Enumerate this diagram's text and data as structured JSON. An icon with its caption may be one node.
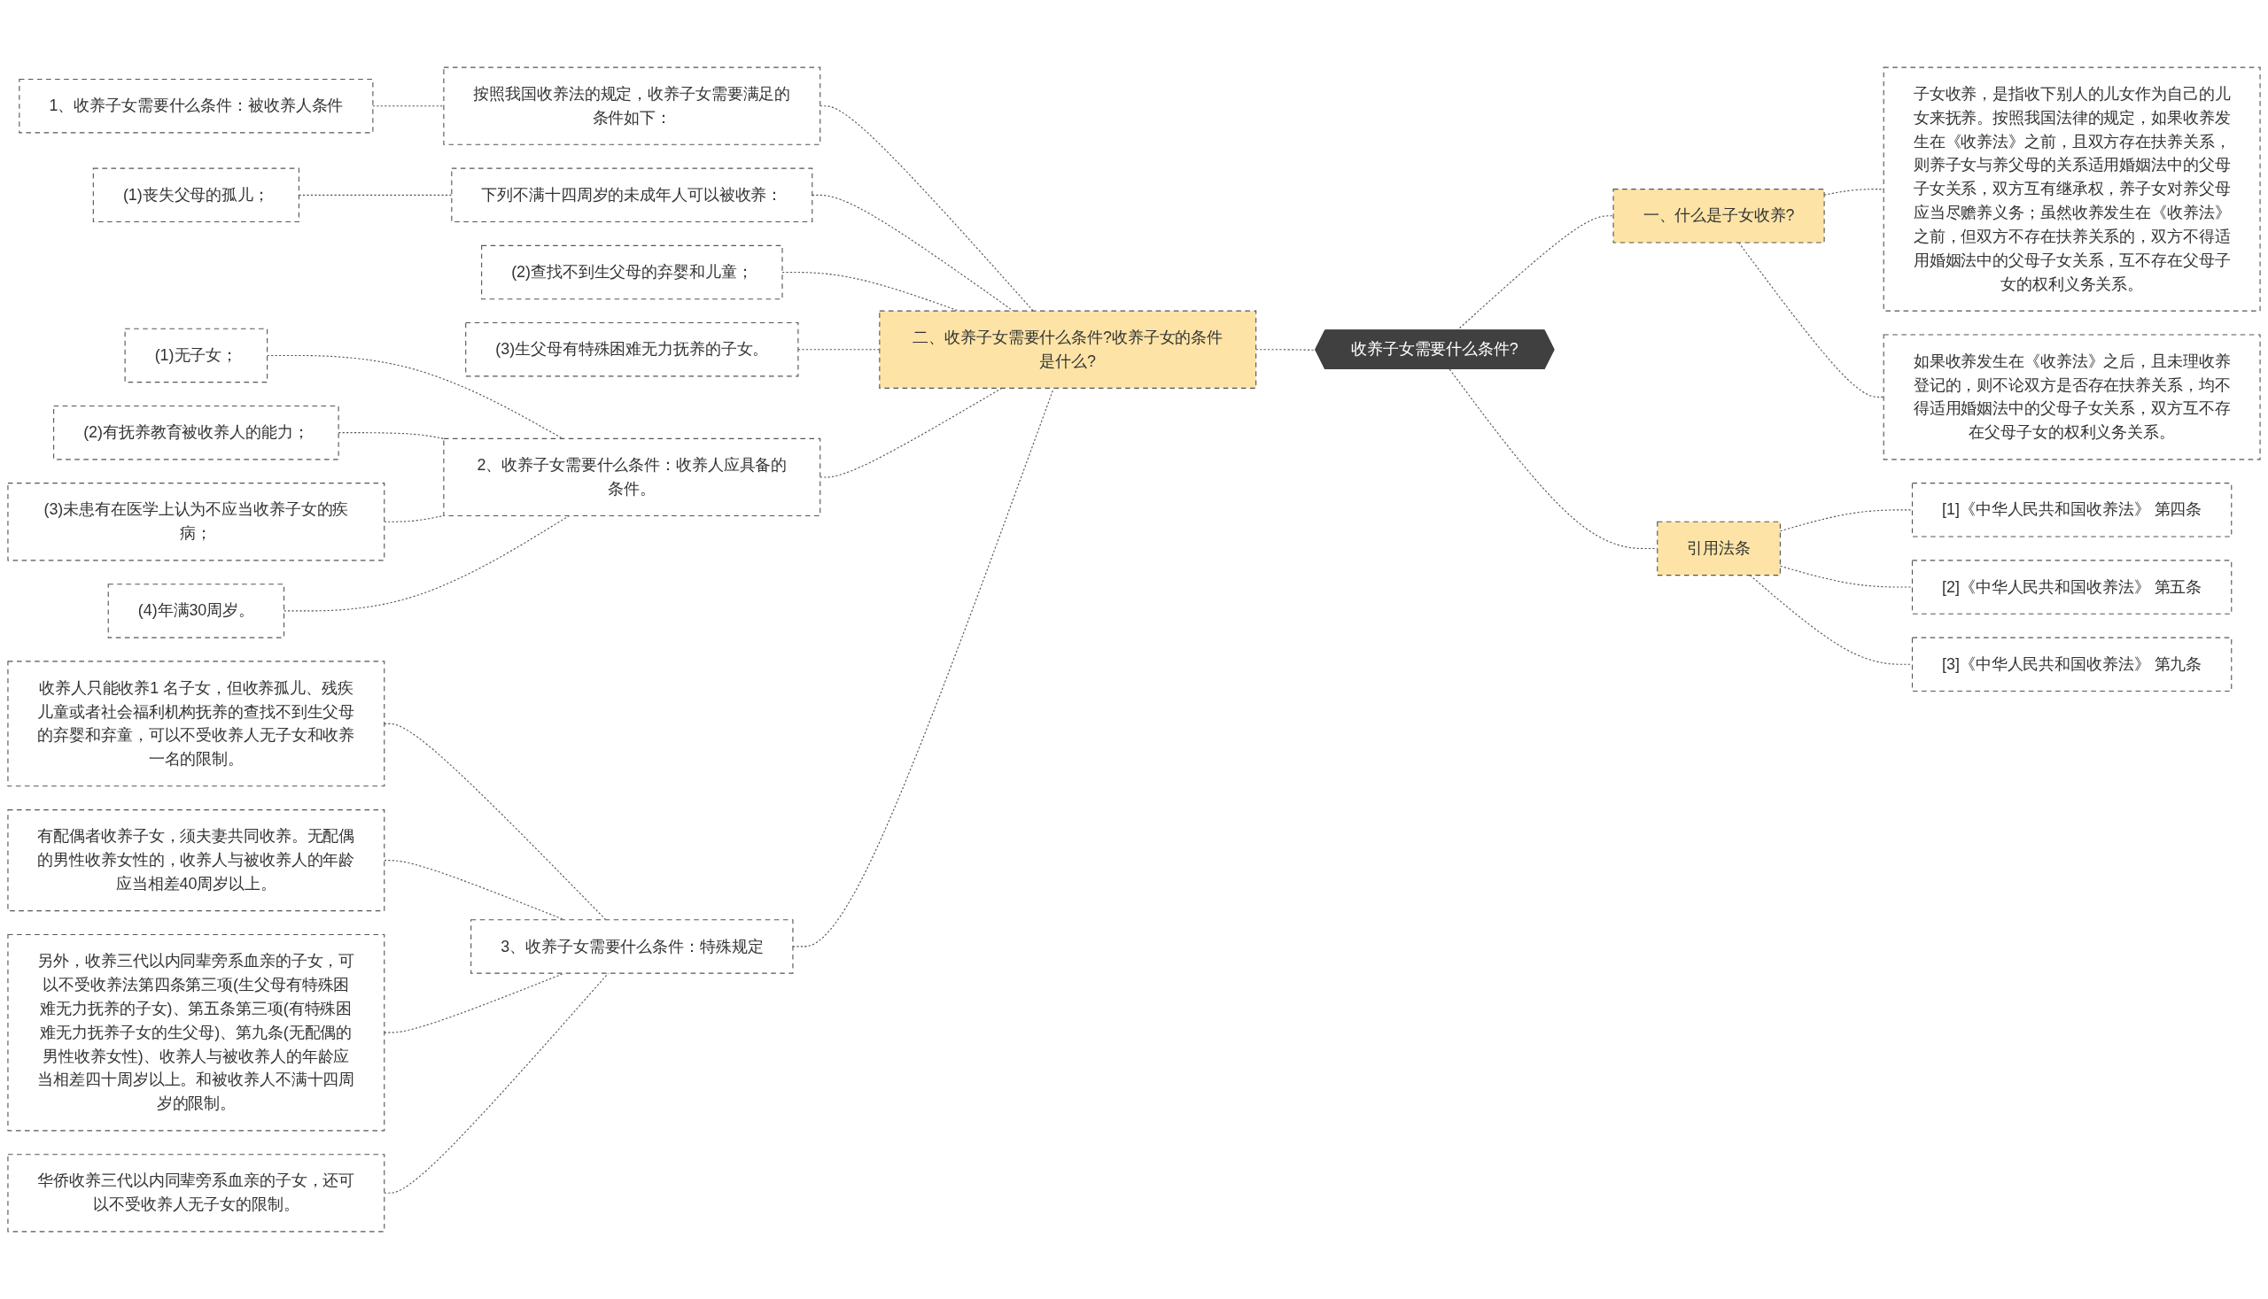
{
  "diagram": {
    "nodes": [
      {
        "text": [
          "收养子女需要什么条件?"
        ]
      },
      {
        "text": [
          "一、什么是子女收养?"
        ]
      },
      {
        "text": [
          "子女收养，是指收下别人的儿女作为自己的儿女来抚养。按照我国法律的规定，如果收养发生在《收养法》之前，且双方存在扶养关系，则养子女与养父母的关系适用婚姻法中的父母子女关系，双方互有继承权，养子女对养父母应当尽赡养义务；虽然收养发生在《收养法》之前，但双方不存在扶养关系的，双方不得适用婚姻法中的父母子女关系，互不存在父母子女的权利义务关系。"
        ]
      },
      {
        "text": [
          "如果收养发生在《收养法》之后，且未理收养登记的，则不论双方是否存在扶养关系，均不得适用婚姻法中的父母子女关系，双方互不存在父母子女的权利义务关系。"
        ]
      },
      {
        "text": [
          "二、收养子女需要什么条件?收养子女的条件是什么?"
        ]
      },
      {
        "text": [
          "按照我国收养法的规定，收养子女需要满足的条件如下："
        ]
      },
      {
        "text": [
          "1、收养子女需要什么条件：被收养人条件"
        ]
      },
      {
        "text": [
          "下列不满十四周岁的未成年人可以被收养："
        ]
      },
      {
        "text": [
          "(1)丧失父母的孤儿；"
        ]
      },
      {
        "text": [
          "(2)查找不到生父母的弃婴和儿童；"
        ]
      },
      {
        "text": [
          "(3)生父母有特殊困难无力抚养的子女。"
        ]
      },
      {
        "text": [
          "2、收养子女需要什么条件：收养人应具备的条件。"
        ]
      },
      {
        "text": [
          "(1)无子女；"
        ]
      },
      {
        "text": [
          "(2)有抚养教育被收养人的能力；"
        ]
      },
      {
        "text": [
          "(3)未患有在医学上认为不应当收养子女的疾病；"
        ]
      },
      {
        "text": [
          "(4)年满30周岁。"
        ]
      },
      {
        "text": [
          "3、收养子女需要什么条件：特殊规定"
        ]
      },
      {
        "text": [
          "收养人只能收养1 名子女，但收养孤儿、残疾儿童或者社会福利机构抚养的查找不到生父母的弃婴和弃童，可以不受收养人无子女和收养一名的限制。"
        ]
      },
      {
        "text": [
          "有配偶者收养子女，须夫妻共同收养。无配偶的男性收养女性的，收养人与被收养人的年龄应当相差40周岁以上。"
        ]
      },
      {
        "text": [
          "另外，收养三代以内同辈旁系血亲的子女，可以不受收养法第四条第三项(生父母有特殊困难无力抚养的子女)、第五条第三项(有特殊困难无力抚养子女的生父母)、第九条(无配偶的男性收养女性)、收养人与被收养人的年龄应当相差四十周岁以上。和被收养人不满十四周岁的限制。"
        ]
      },
      {
        "text": [
          "华侨收养三代以内同辈旁系血亲的子女，还可以不受收养人无子女的限制。"
        ]
      },
      {
        "text": [
          "引用法条"
        ]
      },
      {
        "text": [
          "[1]《中华人民共和国收养法》 第四条"
        ]
      },
      {
        "text": [
          "[2]《中华人民共和国收养法》 第五条"
        ]
      },
      {
        "text": [
          "[3]《中华人民共和国收养法》 第九条"
        ]
      }
    ],
    "edges": [
      {
        "from": 0,
        "to": 1,
        "arrow": "none",
        "style": "dashed"
      },
      {
        "from": 1,
        "to": 2,
        "arrow": "none",
        "style": "dashed"
      },
      {
        "from": 1,
        "to": 3,
        "arrow": "none",
        "style": "dashed"
      },
      {
        "from": 4,
        "to": 0,
        "arrow": "none",
        "style": "dashed"
      },
      {
        "from": 5,
        "to": 4,
        "arrow": "none",
        "style": "dashed"
      },
      {
        "from": 6,
        "to": 5,
        "arrow": "none",
        "style": "dashed"
      },
      {
        "from": 7,
        "to": 4,
        "arrow": "none",
        "style": "dashed"
      },
      {
        "from": 8,
        "to": 7,
        "arrow": "none",
        "style": "dashed"
      },
      {
        "from": 9,
        "to": 4,
        "arrow": "none",
        "style": "dashed"
      },
      {
        "from": 10,
        "to": 4,
        "arrow": "none",
        "style": "dashed"
      },
      {
        "from": 11,
        "to": 4,
        "arrow": "none",
        "style": "dashed"
      },
      {
        "from": 12,
        "to": 11,
        "arrow": "none",
        "style": "dashed"
      },
      {
        "from": 13,
        "to": 11,
        "arrow": "none",
        "style": "dashed"
      },
      {
        "from": 14,
        "to": 11,
        "arrow": "none",
        "style": "dashed"
      },
      {
        "from": 15,
        "to": 11,
        "arrow": "none",
        "style": "dashed"
      },
      {
        "from": 16,
        "to": 4,
        "arrow": "none",
        "style": "dashed"
      },
      {
        "from": 17,
        "to": 16,
        "arrow": "none",
        "style": "dashed"
      },
      {
        "from": 18,
        "to": 16,
        "arrow": "none",
        "style": "dashed"
      },
      {
        "from": 19,
        "to": 16,
        "arrow": "none",
        "style": "dashed"
      },
      {
        "from": 20,
        "to": 16,
        "arrow": "none",
        "style": "dashed"
      },
      {
        "from": 0,
        "to": 21,
        "arrow": "none",
        "style": "dashed"
      },
      {
        "from": 21,
        "to": 22,
        "arrow": "none",
        "style": "dashed"
      },
      {
        "from": 21,
        "to": 23,
        "arrow": "none",
        "style": "dashed"
      },
      {
        "from": 21,
        "to": 24,
        "arrow": "none",
        "style": "dashed"
      }
    ]
  }
}
